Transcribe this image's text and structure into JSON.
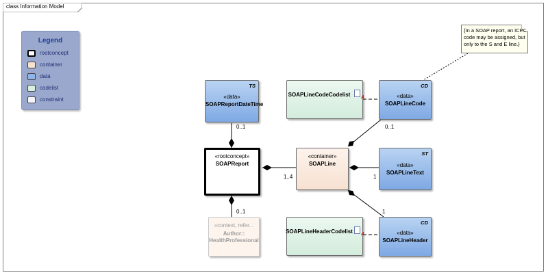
{
  "diagram": {
    "frame_title": "class Information Model"
  },
  "legend": {
    "title": "Legend",
    "items": [
      {
        "label": "rootconcept",
        "color": "#ffffff"
      },
      {
        "label": "container",
        "color": "#f7e1d1"
      },
      {
        "label": "data",
        "color": "#8fb5e8"
      },
      {
        "label": "codelist",
        "color": "#d9f0e0"
      },
      {
        "label": "constraint",
        "color": "#f4f4f8"
      }
    ]
  },
  "classes": {
    "report_datetime": {
      "stereotype": "«data»",
      "name": "SOAPReportDateTime",
      "tag": "TS"
    },
    "report": {
      "stereotype": "«rootconcept»",
      "name": "SOAPReport"
    },
    "line": {
      "stereotype": "«container»",
      "name": "SOAPLine"
    },
    "author": {
      "stereotype": "«context, refer...",
      "name1": "Author::",
      "name2": "HealthProfessional"
    },
    "line_code_codelist": {
      "name": "SOAPLineCodeCodelist"
    },
    "line_code": {
      "stereotype": "«data»",
      "name": "SOAPLineCode",
      "tag": "CD"
    },
    "line_text": {
      "stereotype": "«data»",
      "name": "SOAPLineText",
      "tag": "ST"
    },
    "line_header_codelist": {
      "name": "SOAPLineHeaderCodelist"
    },
    "line_header": {
      "stereotype": "«data»",
      "name": "SOAPLineHeader",
      "tag": "CD"
    }
  },
  "note": {
    "text": "{In a SOAP report, an ICPC code may be assigned, but only to the S and E line.}"
  },
  "multiplicities": {
    "datetime": "0..1",
    "author": "0..1",
    "line": "1..4",
    "line_code": "0..1",
    "line_text": "1",
    "line_header": "1"
  }
}
